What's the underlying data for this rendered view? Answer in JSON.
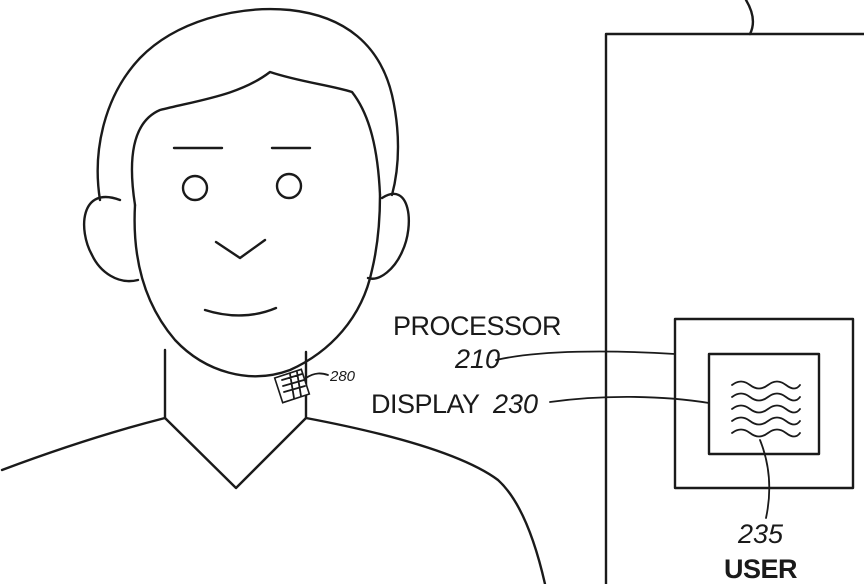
{
  "labels": {
    "processor_name": "PROCESSOR",
    "processor_ref": "210",
    "display_name": "DISPLAY",
    "display_ref": "230",
    "wearable_ref": "280",
    "user_ref": "235",
    "user_name": "USER"
  }
}
